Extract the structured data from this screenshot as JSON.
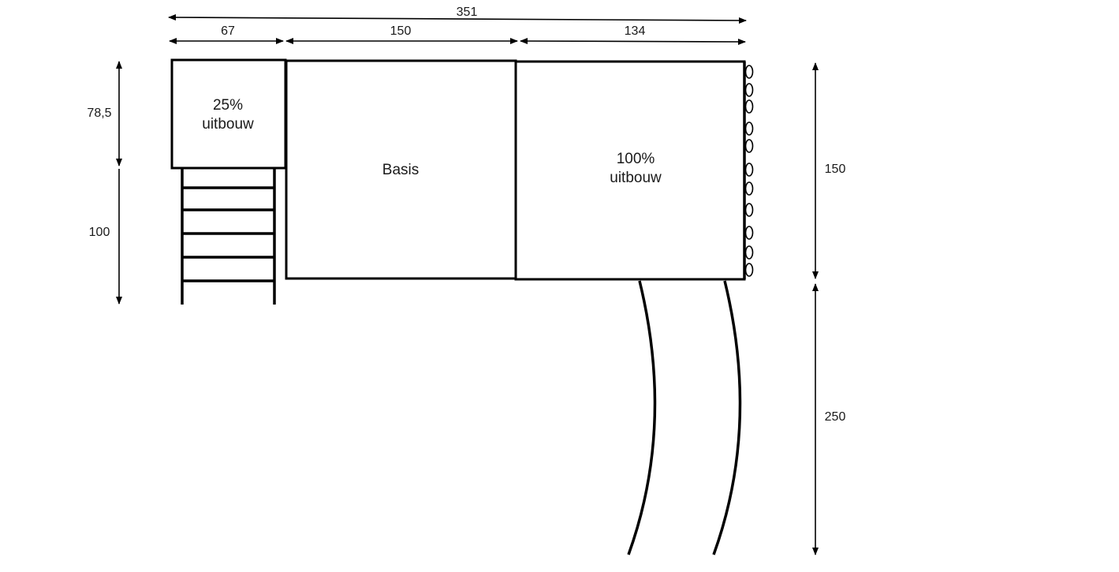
{
  "dimensions": {
    "top_total": "351",
    "top_seg_left": "67",
    "top_seg_middle": "150",
    "top_seg_right": "134",
    "left_upper": "78,5",
    "left_lower": "100",
    "right_upper": "150",
    "right_lower": "250"
  },
  "boxes": {
    "left": {
      "line1": "25%",
      "line2": "uitbouw"
    },
    "middle": {
      "line1": "Basis"
    },
    "right": {
      "line1": "100%",
      "line2": "uitbouw"
    }
  }
}
